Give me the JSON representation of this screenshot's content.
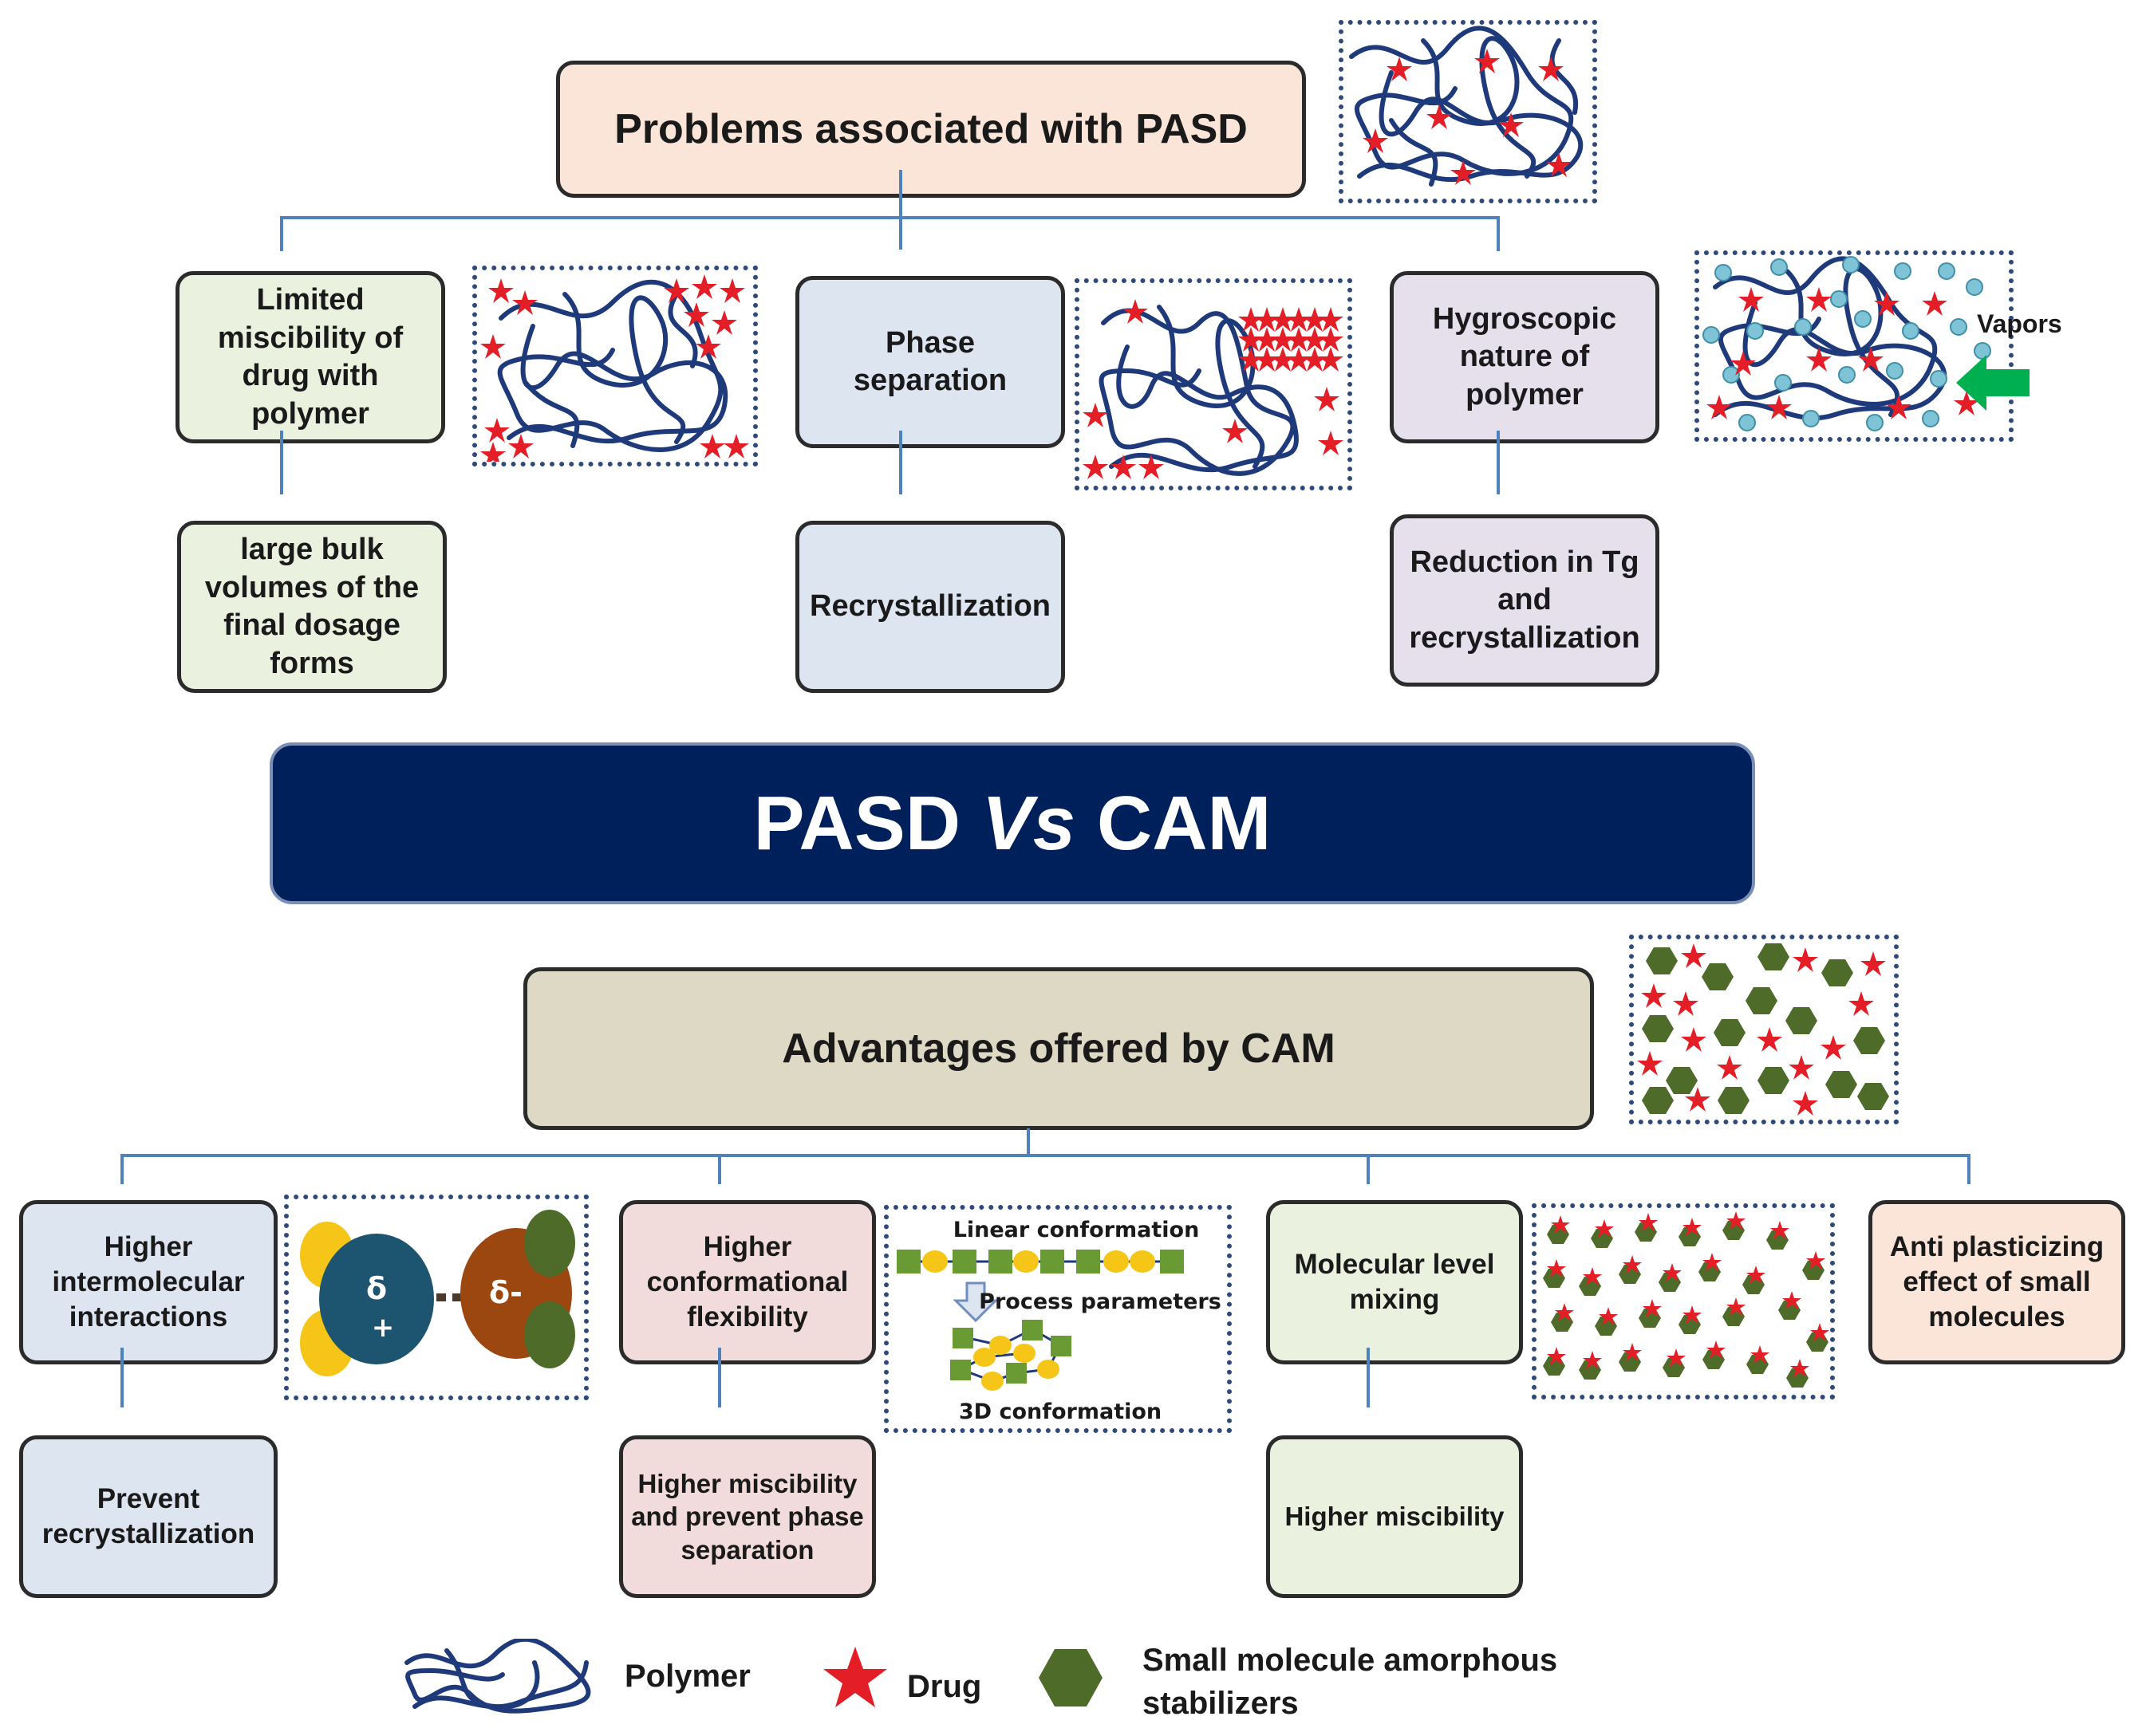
{
  "problems": {
    "title": "Problems associated with PASD",
    "limited_miscibility": "Limited miscibility of drug with polymer",
    "large_bulk": "large bulk volumes of the final dosage forms",
    "phase_separation": "Phase separation",
    "recrystallization": "Recrystallization",
    "hygroscopic": "Hygroscopic nature of polymer",
    "reduction_tg": "Reduction in Tg and recrystallization",
    "vapors_label": "Vapors"
  },
  "banner": {
    "left": "PASD ",
    "middle": "Vs",
    "right": " CAM"
  },
  "advantages": {
    "title": "Advantages offered by CAM",
    "higher_intermolecular": "Higher intermolecular interactions",
    "prevent_recryst": "Prevent recrystallization",
    "higher_conformational": "Higher conformational flexibility",
    "higher_miscibility_prevent": "Higher miscibility and prevent phase separation",
    "molecular_level": "Molecular level mixing",
    "higher_miscibility": "Higher miscibility",
    "anti_plasticizing": "Anti plasticizing effect of small molecules",
    "delta_plus": "δ",
    "plus_sign": "+",
    "delta_minus": "δ-",
    "linear_conformation": "Linear conformation",
    "process_parameters": "Process parameters",
    "conformation_3d": "3D conformation"
  },
  "legend": {
    "polymer": "Polymer",
    "drug": "Drug",
    "stabilizers_line1": "Small molecule amorphous",
    "stabilizers_line2": "stabilizers"
  },
  "colors": {
    "banner": "#00205b",
    "connector": "#4f81bd",
    "polymer": "#1f3a7a",
    "drug": "#e41e26",
    "stabilizer": "#4e6b2a",
    "vapor": "#7ec3d6",
    "arrow": "#00b050"
  }
}
